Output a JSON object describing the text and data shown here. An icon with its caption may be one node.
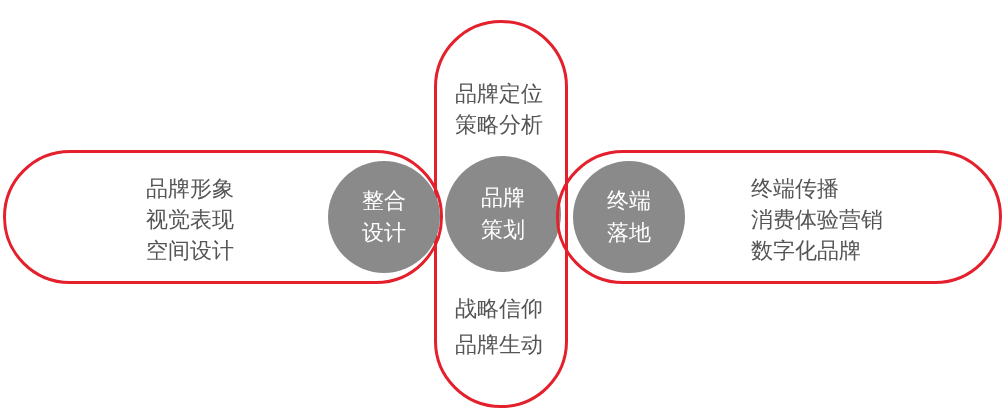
{
  "diagram": {
    "nodes": [
      {
        "text": [
          "品牌形象",
          "视觉表现",
          "空间设计"
        ]
      },
      {
        "text": [
          "整合设计"
        ],
        "in": 0
      },
      {
        "text": [
          "品牌定位",
          "策略分析",
          "战略信仰",
          "品牌生动"
        ]
      },
      {
        "text": [
          "品牌策划"
        ],
        "in": 2
      },
      {
        "text": [
          "终端传播",
          "消费体验营销",
          "数字化品牌"
        ]
      },
      {
        "text": [
          "终端落地"
        ],
        "in": 4
      }
    ],
    "edges": []
  }
}
